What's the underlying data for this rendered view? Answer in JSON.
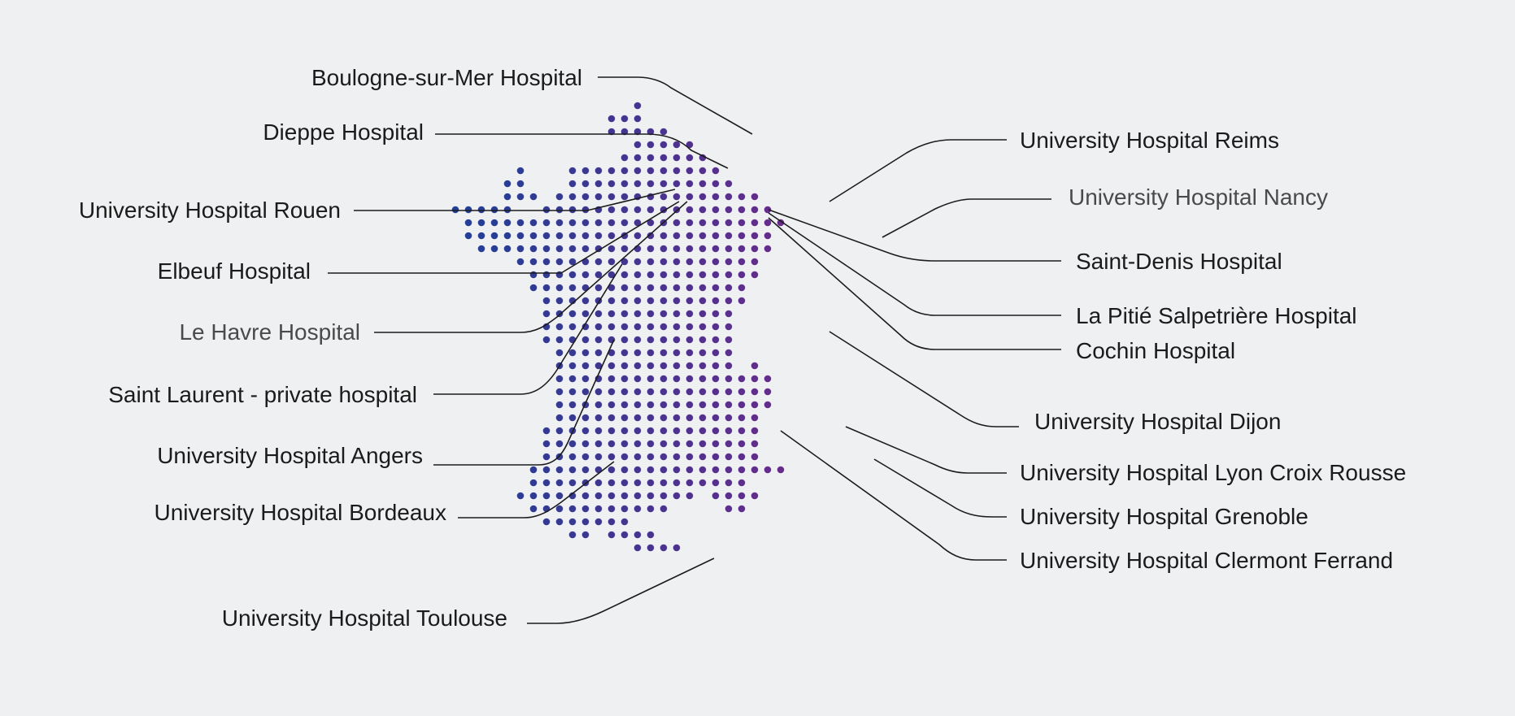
{
  "map": {
    "colors": {
      "background": "#eff0f2",
      "dot_west": "#223f95",
      "dot_east": "#6a2a8c",
      "label_text": "#1b1b1b",
      "label_text_muted": "#4a4a4a",
      "leader_line": "#1c1c1c"
    }
  },
  "hospitals": {
    "boulogne": "Boulogne-sur-Mer Hospital",
    "dieppe": "Dieppe Hospital",
    "rouen": "University Hospital Rouen",
    "elbeuf": "Elbeuf Hospital",
    "lehavre": "Le Havre Hospital",
    "saintlaurent": "Saint Laurent - private hospital",
    "angers": "University Hospital Angers",
    "bordeaux": "University Hospital Bordeaux",
    "toulouse": "University Hospital Toulouse",
    "reims": "University Hospital Reims",
    "nancy": "University Hospital Nancy",
    "saintdenis": "Saint-Denis Hospital",
    "pitie": "La Pitié Salpetrière Hospital",
    "cochin": "Cochin Hospital",
    "dijon": "University Hospital Dijon",
    "lyon": "University Hospital Lyon Croix Rousse",
    "grenoble": "University Hospital Grenoble",
    "clermont": "University Hospital Clermont Ferrand"
  }
}
